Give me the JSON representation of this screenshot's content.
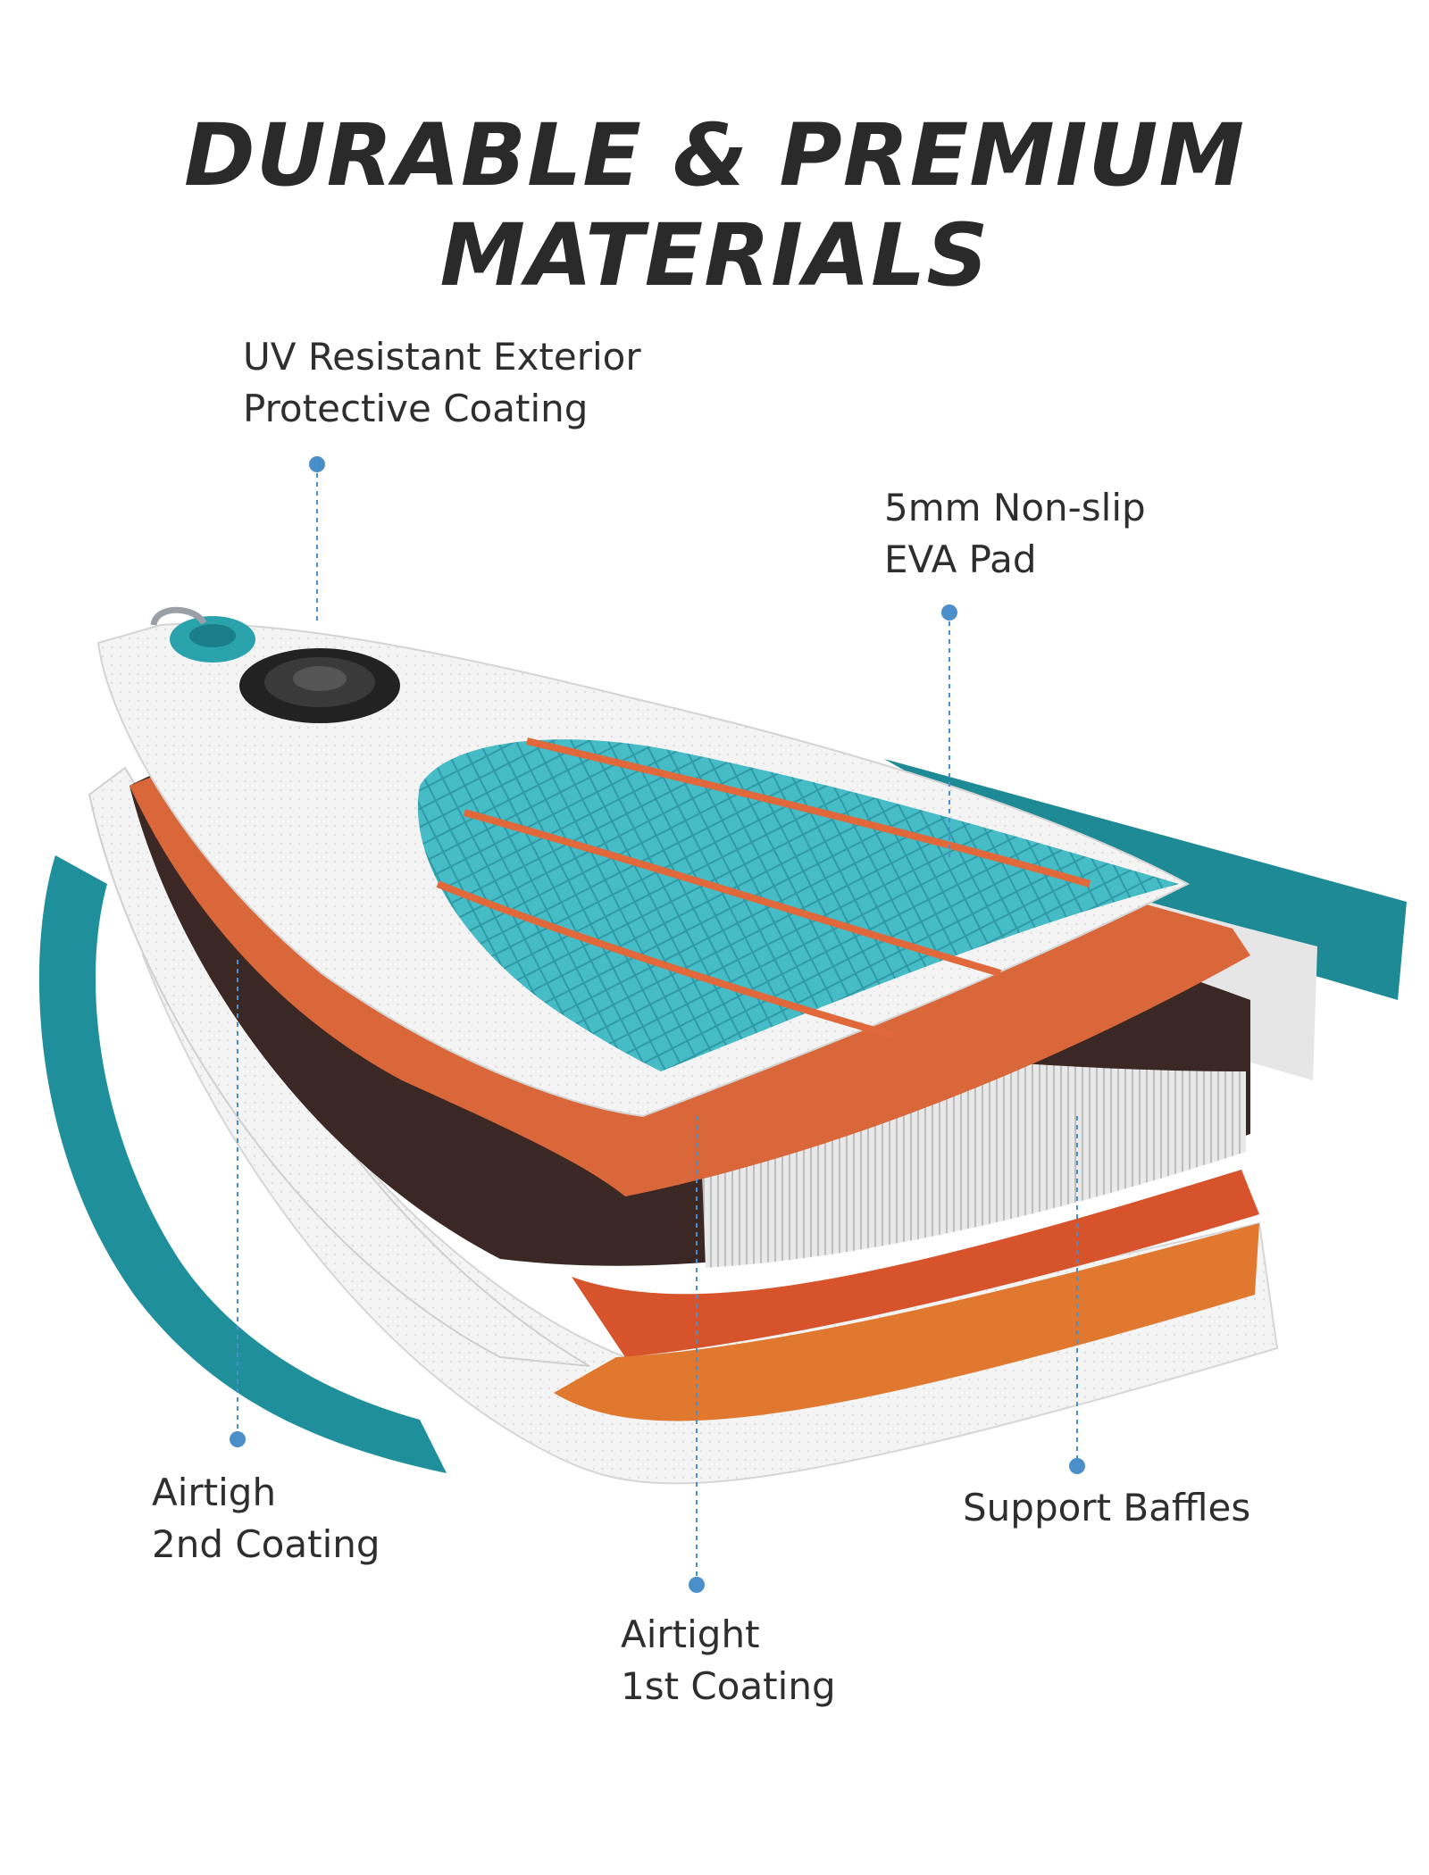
{
  "title": "DURABLE & PREMIUM MATERIALS",
  "callouts": [
    {
      "id": "uv",
      "lines": [
        "UV Resistant Exterior",
        "Protective Coating"
      ],
      "icon": "callout-dot"
    },
    {
      "id": "eva",
      "lines": [
        "5mm Non-slip",
        "EVA Pad"
      ],
      "icon": "callout-dot"
    },
    {
      "id": "second",
      "lines": [
        "Airtigh",
        "2nd Coating"
      ],
      "icon": "callout-dot"
    },
    {
      "id": "baffles",
      "lines": [
        "Support Baffles"
      ],
      "icon": "callout-dot"
    },
    {
      "id": "first",
      "lines": [
        "Airtight",
        "1st Coating"
      ],
      "icon": "callout-dot"
    }
  ],
  "colors": {
    "accent": "#4a8fc9",
    "teal": "#1e8c98",
    "teal_light": "#3fb8c4",
    "orange": "#d9673a",
    "red_orange": "#d94a2a",
    "brown": "#3d2a26",
    "white_layer": "#f2f2f2",
    "grey_edge": "#cfcfcf"
  }
}
